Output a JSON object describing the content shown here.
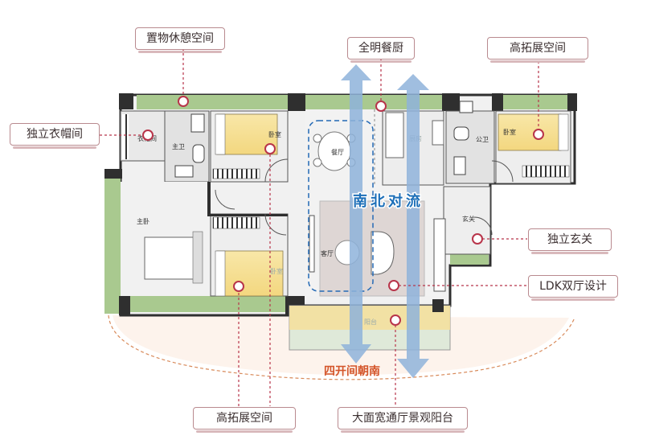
{
  "callouts": {
    "storage_rest": "置物休憩空间",
    "kitchen_dining": "全明餐厨",
    "high_space_top": "高拓展空间",
    "walk_in_closet": "独立衣帽间",
    "entrance": "独立玄关",
    "ldk": "LDK双厅设计",
    "high_space_bottom": "高拓展空间",
    "balcony": "大面宽通厅景观阳台"
  },
  "overlay": {
    "ventilation": "南北对流",
    "four_bay_south": "四开间朝南"
  },
  "rooms": {
    "closet": "衣帽间",
    "master_bath": "主卫",
    "bedroom_top": "卧室",
    "master_bedroom": "主卧",
    "bedroom_bottom": "卧室",
    "dining": "餐厅",
    "living": "客厅",
    "kitchen": "厨房",
    "public_bath": "公卫",
    "bedroom_right": "卧室",
    "foyer": "玄关",
    "balcony": "阳台"
  },
  "colors": {
    "accent": "#b8344a",
    "wall": "#2f2f2f",
    "green": "#a9c98f",
    "yellow": "#f6df9a",
    "arrow": "#8fb3db",
    "orange_text": "#d4552a",
    "blue_text": "#1d6fb8"
  }
}
